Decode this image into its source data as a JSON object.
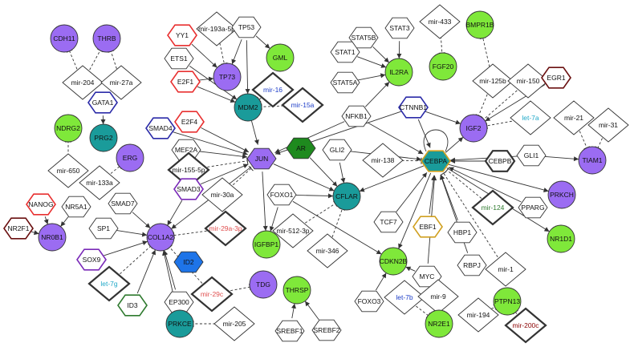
{
  "palette": {
    "purple": "#9b6cf2",
    "teal": "#1a9b9a",
    "lime": "#7fe83a",
    "green_dark": "#1e8a1e",
    "blue": "#1e74e8",
    "gold": "#d0a020",
    "red": "#e83030",
    "navy": "#2b2ba8",
    "violet": "#7a2ab8",
    "maroon": "#6a1010",
    "forest": "#2f7a2f",
    "cyan_text": "#20a8c8",
    "blue_text": "#1e3ec8",
    "pink_text": "#e05050",
    "dark_red_text": "#8a0000"
  },
  "nodes": [
    {
      "id": "CDH11",
      "label": "CDH11",
      "shape": "circle",
      "fill": "purple"
    },
    {
      "id": "THRB",
      "label": "THRB",
      "shape": "circle",
      "fill": "purple"
    },
    {
      "id": "mir-204",
      "label": "mir-204",
      "shape": "diamond"
    },
    {
      "id": "mir-27a",
      "label": "mir-27a",
      "shape": "diamond"
    },
    {
      "id": "GATA1",
      "label": "GATA1",
      "shape": "hexagon",
      "stroke": "navy"
    },
    {
      "id": "PRG2",
      "label": "PRG2",
      "shape": "circle",
      "fill": "teal"
    },
    {
      "id": "NDRG2",
      "label": "NDRG2",
      "shape": "circle",
      "fill": "lime"
    },
    {
      "id": "mir-650",
      "label": "mir-650",
      "shape": "diamond"
    },
    {
      "id": "ERG",
      "label": "ERG",
      "shape": "circle",
      "fill": "purple"
    },
    {
      "id": "mir-133a",
      "label": "mir-133a",
      "shape": "diamond"
    },
    {
      "id": "YY1",
      "label": "YY1",
      "shape": "hexagon",
      "stroke": "red"
    },
    {
      "id": "mir-193a-5p",
      "label": "mir-193a-5p",
      "shape": "diamond"
    },
    {
      "id": "TP53",
      "label": "TP53",
      "shape": "hexagon"
    },
    {
      "id": "GML",
      "label": "GML",
      "shape": "circle",
      "fill": "lime"
    },
    {
      "id": "ETS1",
      "label": "ETS1",
      "shape": "hexagon"
    },
    {
      "id": "TP73",
      "label": "TP73",
      "shape": "circle",
      "fill": "purple"
    },
    {
      "id": "E2F1",
      "label": "E2F1",
      "shape": "hexagon",
      "stroke": "red"
    },
    {
      "id": "mir-16",
      "label": "mir-16",
      "shape": "diamond",
      "thick": true,
      "color": "blue_text"
    },
    {
      "id": "mir-15a",
      "label": "mir-15a",
      "shape": "diamond",
      "thick": true,
      "color": "blue_text"
    },
    {
      "id": "MDM2",
      "label": "MDM2",
      "shape": "circle",
      "fill": "teal"
    },
    {
      "id": "SMAD4",
      "label": "SMAD4",
      "shape": "hexagon",
      "stroke": "navy"
    },
    {
      "id": "E2F4",
      "label": "E2F4",
      "shape": "hexagon",
      "stroke": "red"
    },
    {
      "id": "MEF2A",
      "label": "MEF2A",
      "shape": "hexagon"
    },
    {
      "id": "mir-155-5p",
      "label": "mir-155-5p",
      "shape": "diamond",
      "thick": true
    },
    {
      "id": "JUN",
      "label": "JUN",
      "shape": "hexagon",
      "fill": "purple"
    },
    {
      "id": "SMAD3",
      "label": "SMAD3",
      "shape": "hexagon",
      "stroke": "violet"
    },
    {
      "id": "mir-30a",
      "label": "mir-30a",
      "shape": "diamond"
    },
    {
      "id": "AR",
      "label": "AR",
      "shape": "hexagon",
      "fill": "green_dark"
    },
    {
      "id": "GLI2",
      "label": "GLI2",
      "shape": "hexagon"
    },
    {
      "id": "FOXO1",
      "label": "FOXO1",
      "shape": "hexagon"
    },
    {
      "id": "CFLAR",
      "label": "CFLAR",
      "shape": "circle",
      "fill": "teal"
    },
    {
      "id": "NANOG",
      "label": "NANOG",
      "shape": "hexagon",
      "stroke": "red"
    },
    {
      "id": "NR5A1",
      "label": "NR5A1",
      "shape": "hexagon"
    },
    {
      "id": "NR2F1",
      "label": "NR2F1",
      "shape": "hexagon",
      "stroke": "maroon"
    },
    {
      "id": "NR0B1",
      "label": "NR0B1",
      "shape": "circle",
      "fill": "purple"
    },
    {
      "id": "SMAD7",
      "label": "SMAD7",
      "shape": "hexagon"
    },
    {
      "id": "SP1",
      "label": "SP1",
      "shape": "hexagon"
    },
    {
      "id": "COL1A2",
      "label": "COL1A2",
      "shape": "circle",
      "fill": "purple"
    },
    {
      "id": "mir-29a-3p",
      "label": "mir-29a-3p",
      "shape": "diamond",
      "thick": true,
      "color": "pink_text"
    },
    {
      "id": "IGFBP1",
      "label": "IGFBP1",
      "shape": "circle",
      "fill": "lime"
    },
    {
      "id": "mir-512-3p",
      "label": "mir-512-3p",
      "shape": "diamond"
    },
    {
      "id": "mir-346",
      "label": "mir-346",
      "shape": "diamond"
    },
    {
      "id": "SOX9",
      "label": "SOX9",
      "shape": "hexagon",
      "stroke": "violet"
    },
    {
      "id": "ID2",
      "label": "ID2",
      "shape": "hexagon",
      "fill": "blue"
    },
    {
      "id": "let-7g",
      "label": "let-7g",
      "shape": "diamond",
      "thick": true,
      "color": "cyan_text"
    },
    {
      "id": "mir-29c",
      "label": "mir-29c",
      "shape": "diamond",
      "thick": true,
      "color": "pink_text"
    },
    {
      "id": "TDG",
      "label": "TDG",
      "shape": "circle",
      "fill": "purple"
    },
    {
      "id": "ID3",
      "label": "ID3",
      "shape": "hexagon",
      "stroke": "forest"
    },
    {
      "id": "EP300",
      "label": "EP300",
      "shape": "hexagon"
    },
    {
      "id": "PRKCE",
      "label": "PRKCE",
      "shape": "circle",
      "fill": "teal"
    },
    {
      "id": "mir-205",
      "label": "mir-205",
      "shape": "diamond"
    },
    {
      "id": "THRSP",
      "label": "THRSP",
      "shape": "circle",
      "fill": "lime"
    },
    {
      "id": "SREBF1",
      "label": "SREBF1",
      "shape": "hexagon"
    },
    {
      "id": "SREBF2",
      "label": "SREBF2",
      "shape": "hexagon"
    },
    {
      "id": "STAT3",
      "label": "STAT3",
      "shape": "hexagon"
    },
    {
      "id": "STAT5B",
      "label": "STAT5B",
      "shape": "hexagon"
    },
    {
      "id": "STAT1",
      "label": "STAT1",
      "shape": "hexagon"
    },
    {
      "id": "STAT5A",
      "label": "STAT5A",
      "shape": "hexagon"
    },
    {
      "id": "IL2RA",
      "label": "IL2RA",
      "shape": "circle",
      "fill": "lime"
    },
    {
      "id": "mir-433",
      "label": "mir-433",
      "shape": "diamond"
    },
    {
      "id": "FGF20",
      "label": "FGF20",
      "shape": "circle",
      "fill": "lime"
    },
    {
      "id": "NFKB1",
      "label": "NFKB1",
      "shape": "hexagon"
    },
    {
      "id": "CTNNB1",
      "label": "CTNNB1",
      "shape": "hexagon",
      "stroke": "navy"
    },
    {
      "id": "BMPR1B",
      "label": "BMPR1B",
      "shape": "circle",
      "fill": "lime"
    },
    {
      "id": "mir-125b",
      "label": "mir-125b",
      "shape": "diamond"
    },
    {
      "id": "mir-150",
      "label": "mir-150",
      "shape": "diamond"
    },
    {
      "id": "EGR1",
      "label": "EGR1",
      "shape": "hexagon",
      "stroke": "maroon"
    },
    {
      "id": "IGF2",
      "label": "IGF2",
      "shape": "circle",
      "fill": "purple"
    },
    {
      "id": "let-7a",
      "label": "let-7a",
      "shape": "diamond",
      "color": "cyan_text"
    },
    {
      "id": "mir-21",
      "label": "mir-21",
      "shape": "diamond"
    },
    {
      "id": "mir-31",
      "label": "mir-31",
      "shape": "diamond"
    },
    {
      "id": "TIAM1",
      "label": "TIAM1",
      "shape": "circle",
      "fill": "purple"
    },
    {
      "id": "mir-138",
      "label": "mir-138",
      "shape": "diamond"
    },
    {
      "id": "CEBPA",
      "label": "CEBPA",
      "shape": "hexagon",
      "fill": "teal",
      "stroke": "gold"
    },
    {
      "id": "CEBPB",
      "label": "CEBPB",
      "shape": "hexagon",
      "thick": true
    },
    {
      "id": "GLI1",
      "label": "GLI1",
      "shape": "hexagon"
    },
    {
      "id": "PRKCH",
      "label": "PRKCH",
      "shape": "circle",
      "fill": "purple"
    },
    {
      "id": "PPARG",
      "label": "PPARG",
      "shape": "hexagon"
    },
    {
      "id": "mir-124",
      "label": "mir-124",
      "shape": "diamond",
      "thick": true,
      "color": "forest"
    },
    {
      "id": "NR1D1",
      "label": "NR1D1",
      "shape": "circle",
      "fill": "lime"
    },
    {
      "id": "TCF7",
      "label": "TCF7",
      "shape": "hexagon"
    },
    {
      "id": "EBF1",
      "label": "EBF1",
      "shape": "hexagon",
      "stroke": "gold"
    },
    {
      "id": "HBP1",
      "label": "HBP1",
      "shape": "hexagon"
    },
    {
      "id": "RBPJ",
      "label": "RBPJ",
      "shape": "hexagon"
    },
    {
      "id": "mir-1",
      "label": "mir-1",
      "shape": "diamond"
    },
    {
      "id": "CDKN2B",
      "label": "CDKN2B",
      "shape": "circle",
      "fill": "lime"
    },
    {
      "id": "MYC",
      "label": "MYC",
      "shape": "hexagon"
    },
    {
      "id": "FOXO3",
      "label": "FOXO3",
      "shape": "hexagon"
    },
    {
      "id": "let-7b",
      "label": "let-7b",
      "shape": "diamond",
      "color": "blue_text"
    },
    {
      "id": "mir-9",
      "label": "mir-9",
      "shape": "diamond"
    },
    {
      "id": "NR2E1",
      "label": "NR2E1",
      "shape": "circle",
      "fill": "lime"
    },
    {
      "id": "PTPN13",
      "label": "PTPN13",
      "shape": "circle",
      "fill": "lime"
    },
    {
      "id": "mir-194",
      "label": "mir-194",
      "shape": "diamond"
    },
    {
      "id": "mir-200c",
      "label": "mir-200c",
      "shape": "diamond",
      "thick": true,
      "color": "dark_red_text"
    }
  ],
  "edges": [
    [
      "mir-204",
      "CDH11",
      "d"
    ],
    [
      "mir-204",
      "THRB",
      "d"
    ],
    [
      "mir-27a",
      "THRB",
      "d"
    ],
    [
      "GATA1",
      "PRG2",
      "s"
    ],
    [
      "mir-650",
      "NDRG2",
      "d"
    ],
    [
      "mir-133a",
      "ERG",
      "d"
    ],
    [
      "YY1",
      "TP73",
      "s"
    ],
    [
      "mir-193a-5p",
      "TP73",
      "d"
    ],
    [
      "TP53",
      "TP73",
      "s"
    ],
    [
      "TP53",
      "MDM2",
      "s"
    ],
    [
      "TP53",
      "GML",
      "s"
    ],
    [
      "ETS1",
      "MDM2",
      "s"
    ],
    [
      "E2F1",
      "TP73",
      "s"
    ],
    [
      "E2F1",
      "MDM2",
      "s"
    ],
    [
      "mir-16",
      "MDM2",
      "d"
    ],
    [
      "mir-15a",
      "MDM2",
      "d"
    ],
    [
      "MDM2",
      "JUN",
      "s"
    ],
    [
      "SMAD4",
      "JUN",
      "s"
    ],
    [
      "E2F4",
      "JUN",
      "s"
    ],
    [
      "MEF2A",
      "JUN",
      "s"
    ],
    [
      "mir-155-5p",
      "JUN",
      "d"
    ],
    [
      "SMAD3",
      "JUN",
      "s"
    ],
    [
      "mir-30a",
      "JUN",
      "d"
    ],
    [
      "JUN",
      "CFLAR",
      "s"
    ],
    [
      "JUN",
      "COL1A2",
      "s"
    ],
    [
      "JUN",
      "IGFBP1",
      "s"
    ],
    [
      "GLI2",
      "CFLAR",
      "s"
    ],
    [
      "AR",
      "CFLAR",
      "s"
    ],
    [
      "FOXO1",
      "CFLAR",
      "s"
    ],
    [
      "FOXO1",
      "IGFBP1",
      "s"
    ],
    [
      "FOXO1",
      "CDKN2B",
      "s"
    ],
    [
      "mir-512-3p",
      "CFLAR",
      "d"
    ],
    [
      "mir-346",
      "CFLAR",
      "d"
    ],
    [
      "NFKB1",
      "JUN",
      "s"
    ],
    [
      "CTNNB1",
      "JUN",
      "s"
    ],
    [
      "NANOG",
      "NR0B1",
      "s"
    ],
    [
      "NR5A1",
      "NR0B1",
      "s"
    ],
    [
      "NR2F1",
      "NR0B1",
      "s"
    ],
    [
      "SMAD3",
      "COL1A2",
      "s"
    ],
    [
      "SMAD7",
      "COL1A2",
      "s"
    ],
    [
      "SP1",
      "COL1A2",
      "s"
    ],
    [
      "mir-29a-3p",
      "COL1A2",
      "d"
    ],
    [
      "SOX9",
      "COL1A2",
      "s"
    ],
    [
      "let-7g",
      "COL1A2",
      "d"
    ],
    [
      "ID3",
      "COL1A2",
      "s"
    ],
    [
      "EP300",
      "COL1A2",
      "s"
    ],
    [
      "mir-29c",
      "COL1A2",
      "d"
    ],
    [
      "mir-29c",
      "TDG",
      "d"
    ],
    [
      "PRKCE",
      "COL1A2",
      "s"
    ],
    [
      "mir-205",
      "PRKCE",
      "d"
    ],
    [
      "SREBF1",
      "THRSP",
      "s"
    ],
    [
      "SREBF2",
      "THRSP",
      "s"
    ],
    [
      "STAT3",
      "IL2RA",
      "s"
    ],
    [
      "STAT5B",
      "IL2RA",
      "s"
    ],
    [
      "STAT1",
      "IL2RA",
      "s"
    ],
    [
      "STAT5A",
      "IL2RA",
      "s"
    ],
    [
      "NFKB1",
      "IL2RA",
      "s"
    ],
    [
      "mir-433",
      "FGF20",
      "d"
    ],
    [
      "mir-125b",
      "BMPR1B",
      "d"
    ],
    [
      "mir-125b",
      "IGF2",
      "d"
    ],
    [
      "mir-150",
      "IGF2",
      "d"
    ],
    [
      "EGR1",
      "IGF2",
      "s"
    ],
    [
      "let-7a",
      "IGF2",
      "d"
    ],
    [
      "CTNNB1",
      "IGF2",
      "s"
    ],
    [
      "CEBPA",
      "IGF2",
      "s"
    ],
    [
      "mir-21",
      "TIAM1",
      "d"
    ],
    [
      "mir-31",
      "TIAM1",
      "d"
    ],
    [
      "GLI1",
      "TIAM1",
      "s"
    ],
    [
      "GLI1",
      "CEBPA",
      "s"
    ],
    [
      "CTNNB1",
      "CEBPA",
      "s"
    ],
    [
      "NFKB1",
      "CEBPA",
      "s"
    ],
    [
      "GLI2",
      "CEBPA",
      "s"
    ],
    [
      "mir-138",
      "CEBPA",
      "d"
    ],
    [
      "CEBPB",
      "CEBPA",
      "s"
    ],
    [
      "CEBPA",
      "PRKCH",
      "s"
    ],
    [
      "CEBPA",
      "NR1D1",
      "s"
    ],
    [
      "PPARG",
      "CEBPA",
      "s"
    ],
    [
      "mir-124",
      "CEBPA",
      "d"
    ],
    [
      "TCF7",
      "CEBPA",
      "s"
    ],
    [
      "EBF1",
      "CEBPA",
      "s"
    ],
    [
      "HBP1",
      "CEBPA",
      "s"
    ],
    [
      "RBPJ",
      "CEBPA",
      "s"
    ],
    [
      "mir-1",
      "CEBPA",
      "d"
    ],
    [
      "MYC",
      "CEBPA",
      "s"
    ],
    [
      "CEBPA",
      "CFLAR",
      "s"
    ],
    [
      "CEBPA",
      "CDKN2B",
      "s"
    ],
    [
      "MYC",
      "CDKN2B",
      "s"
    ],
    [
      "FOXO3",
      "CDKN2B",
      "s"
    ],
    [
      "let-7b",
      "NR2E1",
      "d"
    ],
    [
      "mir-9",
      "NR2E1",
      "d"
    ],
    [
      "mir-194",
      "PTPN13",
      "d"
    ],
    [
      "mir-200c",
      "PTPN13",
      "d"
    ],
    [
      "CEBPA",
      "CEBPA",
      "loop"
    ]
  ]
}
